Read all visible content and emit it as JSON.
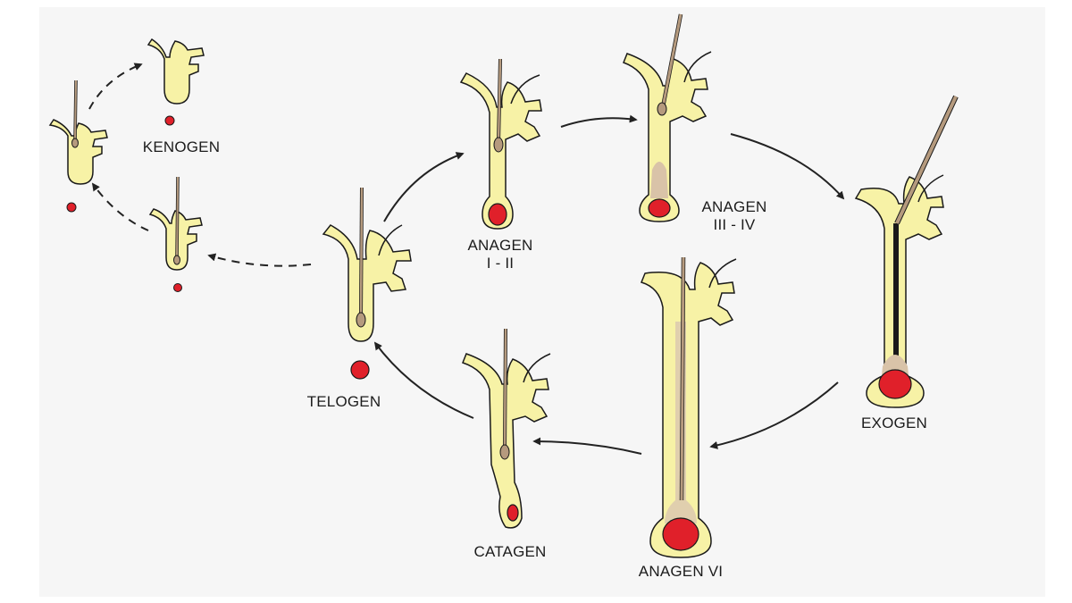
{
  "labels": {
    "kenogen": "KENOGEN",
    "anagen_1_2": {
      "line1": "ANAGEN",
      "line2": "I - II"
    },
    "anagen_3_4": {
      "line1": "ANAGEN",
      "line2": "III - IV"
    },
    "exogen": "EXOGEN",
    "anagen_6": "ANAGEN VI",
    "catagen": "CATAGEN",
    "telogen": "TELOGEN"
  },
  "colors": {
    "follicle_fill": "#f7f2a6",
    "outline": "#1a1a1a",
    "hair_shaft": "#b59a7e",
    "papilla": "#e0202a",
    "arrow": "#222222",
    "panel": "#f6f6f6"
  }
}
